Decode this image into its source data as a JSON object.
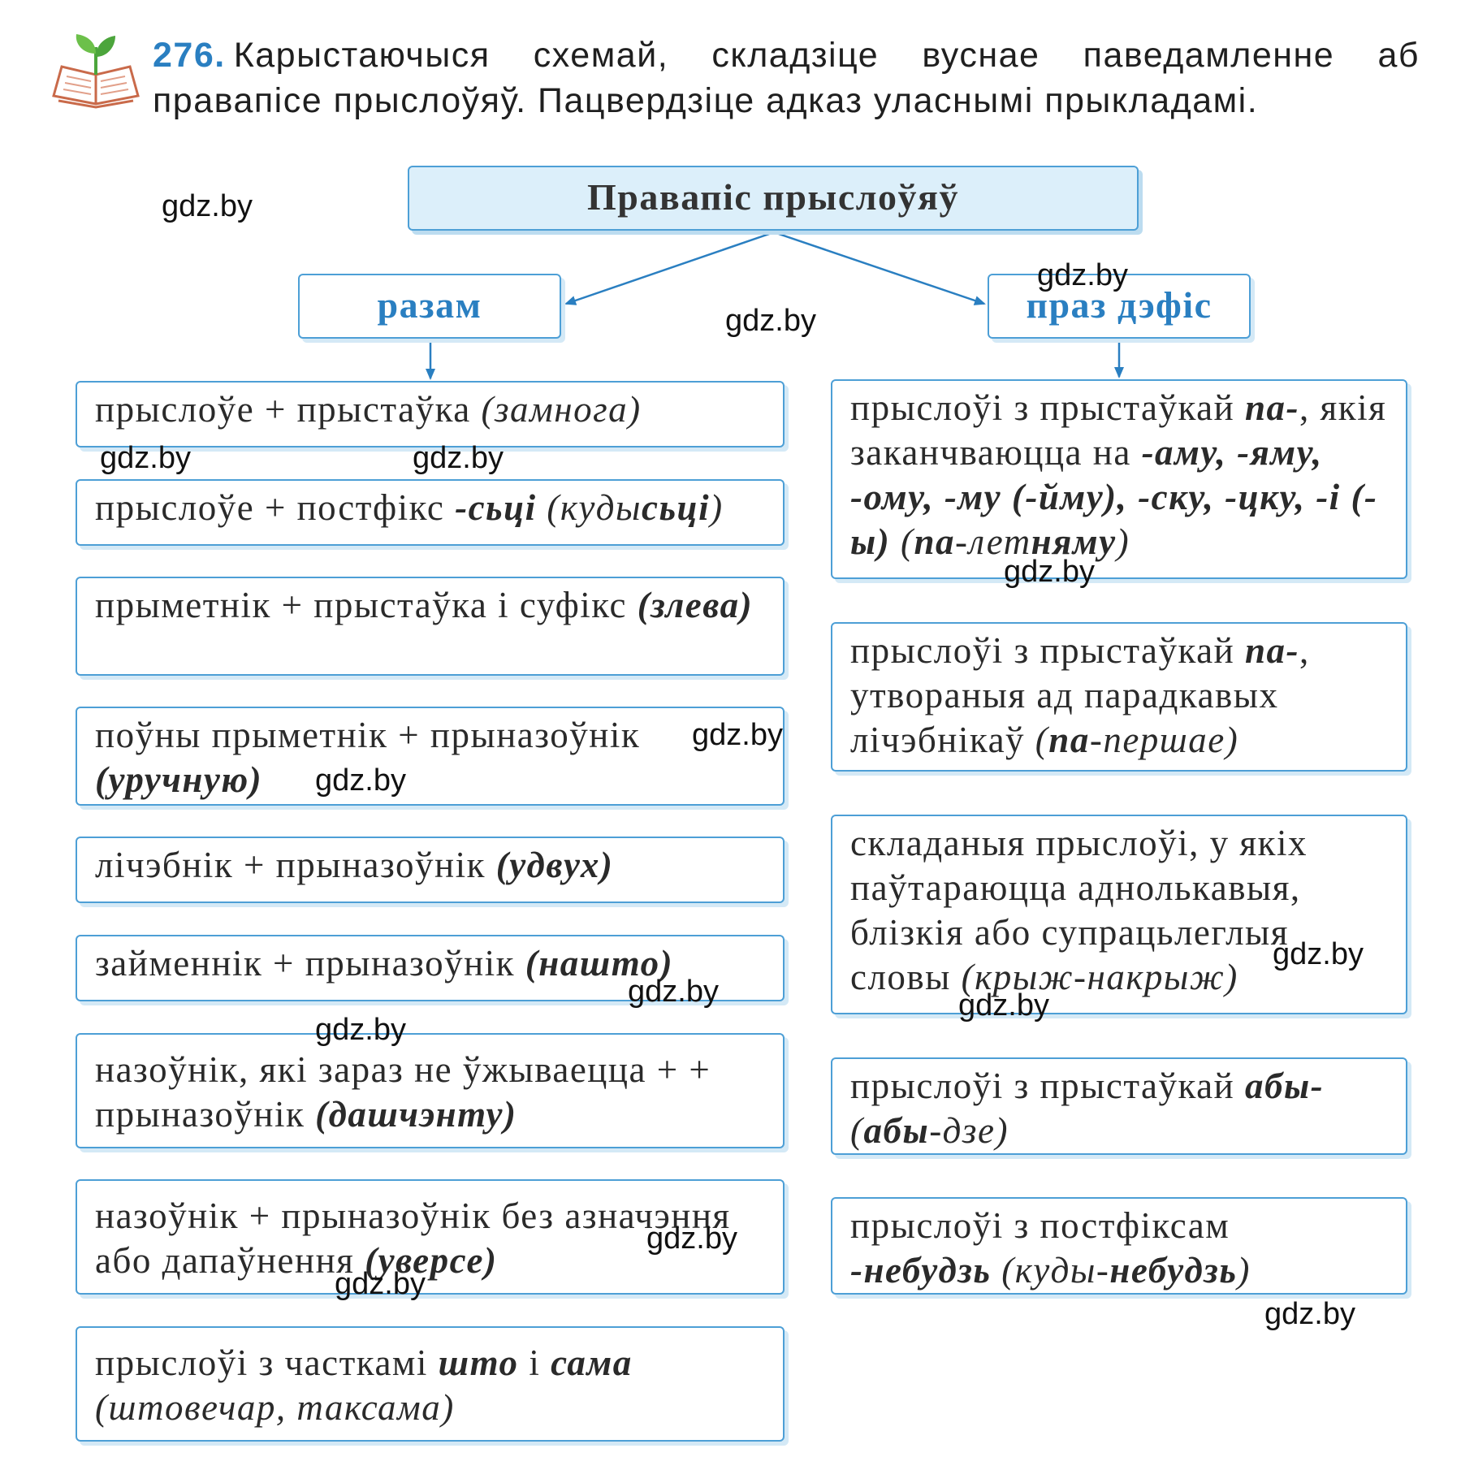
{
  "exercise": {
    "number": "276.",
    "text": "Карыстаючыся схемай, складзіце вуснае паведамленне аб правапісе прыслоўяў. Пацвердзіце адказ уласнымі прыкладамі."
  },
  "scheme": {
    "title": "Правапіс прыслоўяў",
    "left": {
      "label": "разам",
      "rules": [
        {
          "text": "прыслоўе + прыстаўка ",
          "example": "(замнога)"
        },
        {
          "text": "прыслоўе + постфікс ",
          "bold": "-сьці",
          "example_pre": " (куды",
          "example_bold": "сьці",
          "example_post": ")"
        },
        {
          "text": "прыметнік + прыстаўка і суфікс ",
          "example": "(злева)"
        },
        {
          "text": "поўны прыметнік + прыназоўнік ",
          "example": "(уручную)"
        },
        {
          "text": "лічэбнік + прыназоўнік ",
          "example": "(удвух)"
        },
        {
          "text": "займеннік + прыназоўнік ",
          "example": "(нашто)"
        },
        {
          "text": "назоўнік, які зараз не ўжываецца + + прыназоўнік ",
          "example": "(дашчэнту)"
        },
        {
          "text": "назоўнік + прыназоўнік без азначэння або дапаўнення ",
          "example": "(уверсе)"
        },
        {
          "text_pre": "прыслоўі з часткамі ",
          "bold1": "што",
          "mid": " і ",
          "bold2": "сама",
          "example": "(штовечар, таксама)"
        }
      ]
    },
    "right": {
      "label": "праз дэфіс",
      "rules": [
        {
          "text_pre": "прыслоўі з прыстаўкай ",
          "bold": "па-",
          "text_post": ", якія заканчваюцца на ",
          "endings": "-аму, -яму, -ому, -му (-йму), -ску, -цку, -і (-ы)",
          "example_bold": "па",
          "example_mid": "-лет",
          "example_end": "няму"
        },
        {
          "text_pre": "прыслоўі з прыстаўкай ",
          "bold": "па-",
          "text_post": ", утвораныя ад парадкавых лічэбнікаў ",
          "example_bold": "па",
          "example_rest": "-першае"
        },
        {
          "text": "складаныя прыслоўі, у якіх паўтараюцца аднолькавыя, блізкія або супрацьлеглыя словы ",
          "example": "(крыж-накрыж)"
        },
        {
          "text_pre": "прыслоўі з прыстаўкай ",
          "bold": "абы-",
          "example_bold": "абы",
          "example_rest": "-дзе"
        },
        {
          "text_pre": "прыслоўі з постфіксам ",
          "bold": "-небудзь",
          "example_pre": "куды-",
          "example_bold": "небудзь"
        }
      ]
    }
  },
  "watermark": "gdz.by",
  "colors": {
    "accent": "#2a7fc1",
    "border": "#4d9fd6",
    "header_fill": "#dceffa"
  },
  "icons": [
    "book-sprout-icon"
  ]
}
